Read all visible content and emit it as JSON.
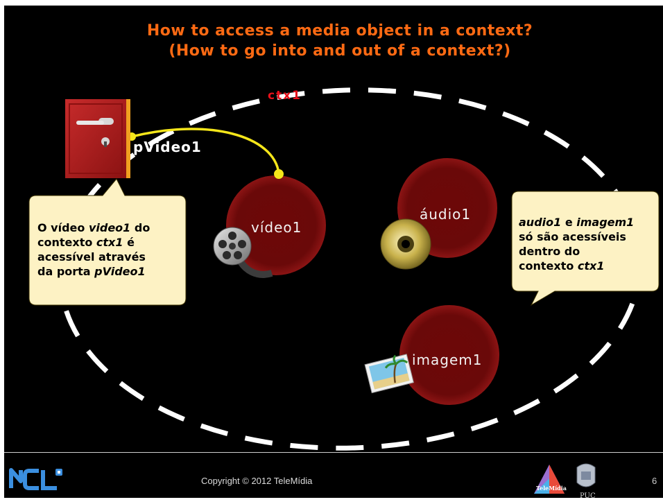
{
  "title": {
    "line1": "How to access a media object in a context?",
    "line2": "(How to go into and out of a context?)"
  },
  "context": {
    "name": "ctx1"
  },
  "port": {
    "name": "pVideo1"
  },
  "nodes": [
    {
      "label": "vídeo1",
      "icon": "film-reel-icon"
    },
    {
      "label": "áudio1",
      "icon": "cd-disc-icon"
    },
    {
      "label": "imagem1",
      "icon": "picture-icon"
    }
  ],
  "callout_left": {
    "line1_a": "O vídeo ",
    "line1_b": "video1",
    "line1_c": " do",
    "line2_a": "contexto ",
    "line2_b": "ctx1",
    "line2_c": " é",
    "line3": "acessível através",
    "line4_a": "da porta ",
    "line4_b": "pVideo1"
  },
  "callout_right": {
    "line1_a": "audio1",
    "line1_b": " e ",
    "line1_c": "imagem1",
    "line2": "só são acessíveis",
    "line3": "dentro do",
    "line4_a": "contexto ",
    "line4_b": "ctx1"
  },
  "footer": {
    "copyright": "Copyright © 2012 TeleMídia",
    "page_number": "6",
    "logo_ncl": "NCL",
    "logo_telemidia": "TeleMídia",
    "logo_puc": "PUC"
  },
  "colors": {
    "title": "#ff6a13",
    "context_label": "#e8101a",
    "node_fill": "#7a0a0a",
    "link": "#f5e61a",
    "callout_fill": "#fdf2c4",
    "door": "#b01e1e"
  }
}
